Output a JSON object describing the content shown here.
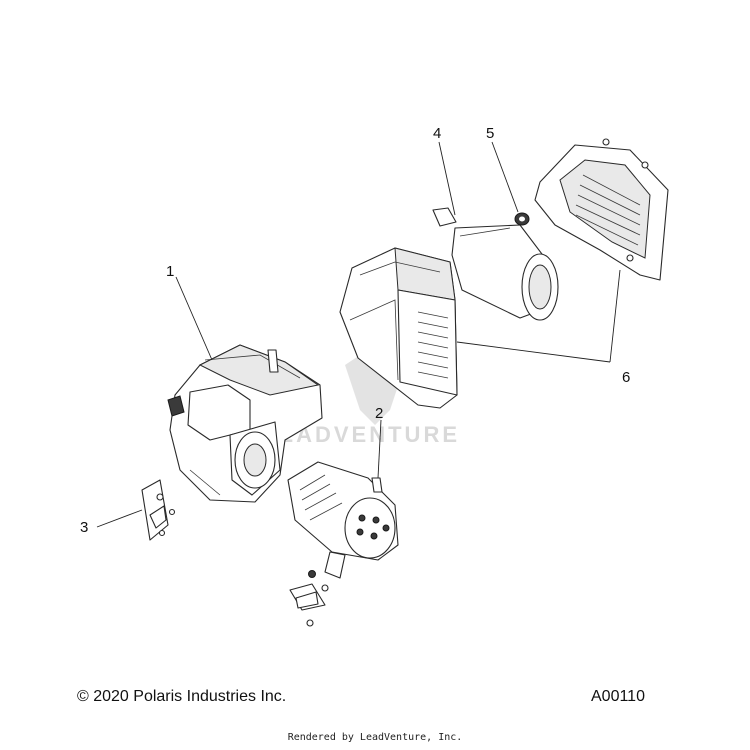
{
  "callouts": [
    {
      "id": "1",
      "label": "1"
    },
    {
      "id": "2",
      "label": "2"
    },
    {
      "id": "3",
      "label": "3"
    },
    {
      "id": "4",
      "label": "4"
    },
    {
      "id": "5",
      "label": "5"
    },
    {
      "id": "6",
      "label": "6"
    }
  ],
  "watermark": {
    "text": "LEADVENTURE"
  },
  "footer": {
    "copyright": "© 2020 Polaris Industries Inc.",
    "diagram_id": "A00110",
    "rendered_by": "Rendered by LeadVenture, Inc."
  }
}
